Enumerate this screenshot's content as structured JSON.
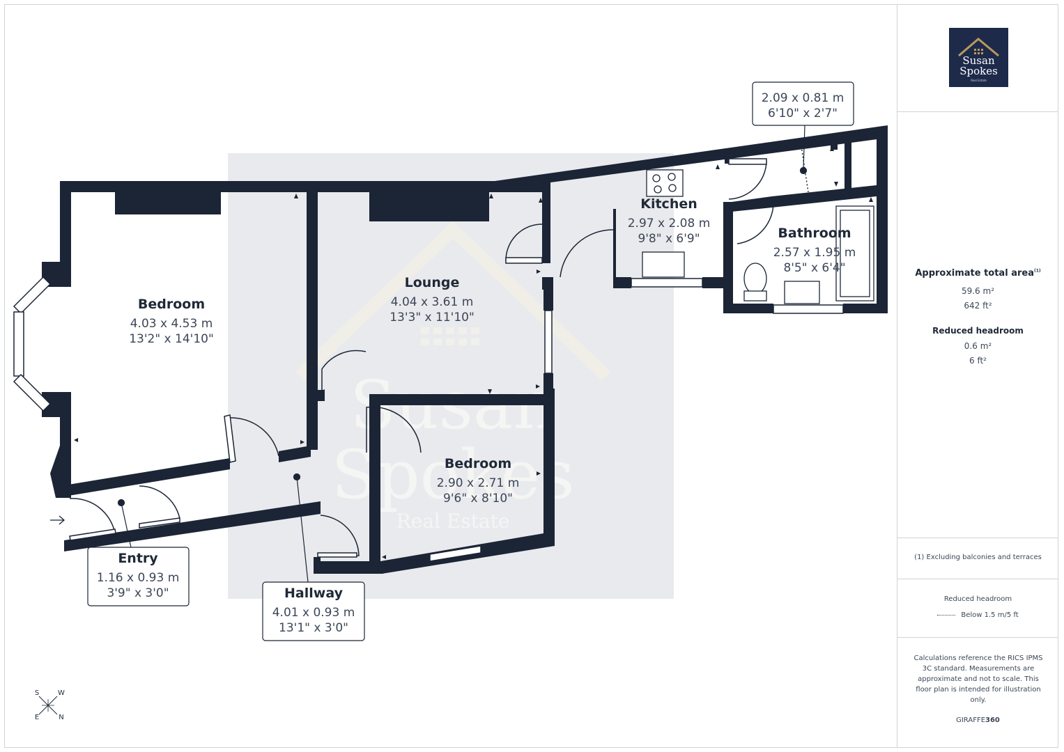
{
  "brand": {
    "logo_line1": "Susan",
    "logo_line2": "Spokes",
    "logo_line3": "Real Estate",
    "watermark_line1": "Susan",
    "watermark_line2": "Spokes",
    "watermark_line3": "Real Estate",
    "navy": "#1e2a4a",
    "gold": "#b89a5c"
  },
  "rooms": {
    "bedroom1": {
      "name": "Bedroom",
      "metric": "4.03 x 4.53 m",
      "imperial": "13'2\" x 14'10\""
    },
    "lounge": {
      "name": "Lounge",
      "metric": "4.04 x 3.61 m",
      "imperial": "13'3\" x 11'10\""
    },
    "kitchen": {
      "name": "Kitchen",
      "metric": "2.97 x 2.08 m",
      "imperial": "9'8\" x 6'9\""
    },
    "bathroom": {
      "name": "Bathroom",
      "metric": "2.57 x 1.95 m",
      "imperial": "8'5\" x 6'4\""
    },
    "bedroom2": {
      "name": "Bedroom",
      "metric": "2.90 x 2.71 m",
      "imperial": "9'6\" x 8'10\""
    },
    "entry": {
      "name": "Entry",
      "metric": "1.16 x 0.93 m",
      "imperial": "3'9\" x 3'0\""
    },
    "hallway": {
      "name": "Hallway",
      "metric": "4.01 x 0.93 m",
      "imperial": "13'1\" x 3'0\""
    },
    "reduced": {
      "metric": "2.09 x 0.81 m",
      "imperial": "6'10\" x 2'7\""
    }
  },
  "compass": {
    "s": "S",
    "w": "W",
    "e": "E",
    "n": "N"
  },
  "sidebar": {
    "total_area_title": "Approximate total area",
    "total_area_note_mark": "(1)",
    "total_area_m2": "59.6 m²",
    "total_area_ft2": "642 ft²",
    "reduced_headroom_title": "Reduced headroom",
    "reduced_headroom_m2": "0.6 m²",
    "reduced_headroom_ft2": "6 ft²",
    "footnote": "(1) Excluding balconies and terraces",
    "legend_title": "Reduced headroom",
    "legend_item": "Below 1.5 m/5 ft",
    "disclaimer": "Calculations reference the RICS IPMS 3C standard. Measurements are approximate and not to scale. This floor plan is intended for illustration only.",
    "provider_prefix": "GIRAFFE",
    "provider_suffix": "360"
  }
}
